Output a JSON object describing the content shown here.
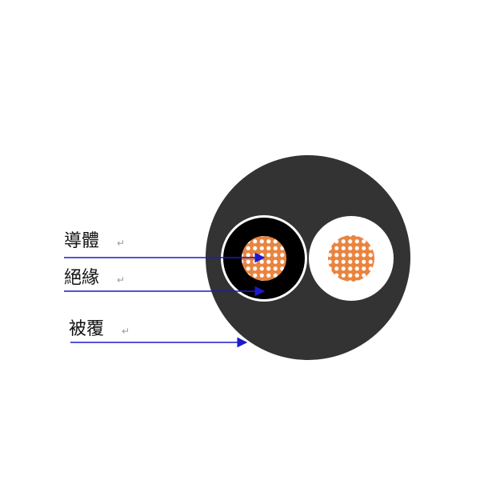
{
  "labels": [
    {
      "text": "導體",
      "mark": "↵"
    },
    {
      "text": "絕緣",
      "mark": "↵"
    },
    {
      "text": "被覆",
      "mark": "↵"
    }
  ],
  "colors": {
    "jacket": "#333333",
    "insulation_left": "#000000",
    "insulation_left_ring": "#ffffff",
    "insulation_right": "#ffffff",
    "conductor": "#e9843f",
    "conductor_dots": "#ffffff",
    "leader_line": "#1a1acc"
  },
  "icons": {
    "return_mark": "paragraph-return-icon"
  }
}
